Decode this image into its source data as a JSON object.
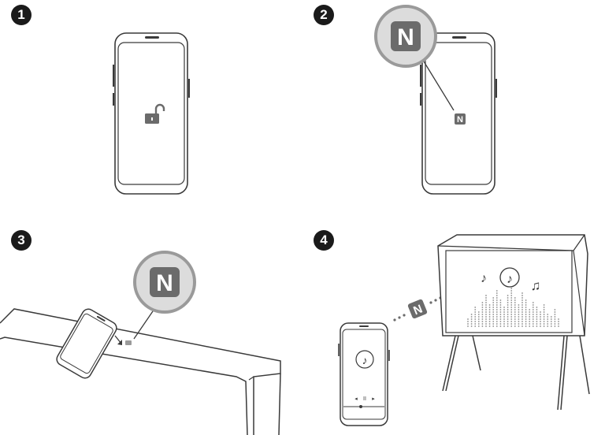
{
  "steps": [
    {
      "number": "1",
      "icon": "unlock-icon"
    },
    {
      "number": "2",
      "icon": "nfc-icon"
    },
    {
      "number": "3",
      "icon": "nfc-icon"
    },
    {
      "number": "4",
      "icon": "music-note-icon"
    }
  ],
  "nfc_glyph": "N",
  "player_controls": {
    "prev": "◂",
    "pause": "II",
    "next": "▸"
  },
  "colors": {
    "line": "#3a3a3a",
    "badge": "#6b6b6b",
    "badge_ring": "#9a9a9a",
    "badge_fill": "#dcdcdc"
  }
}
